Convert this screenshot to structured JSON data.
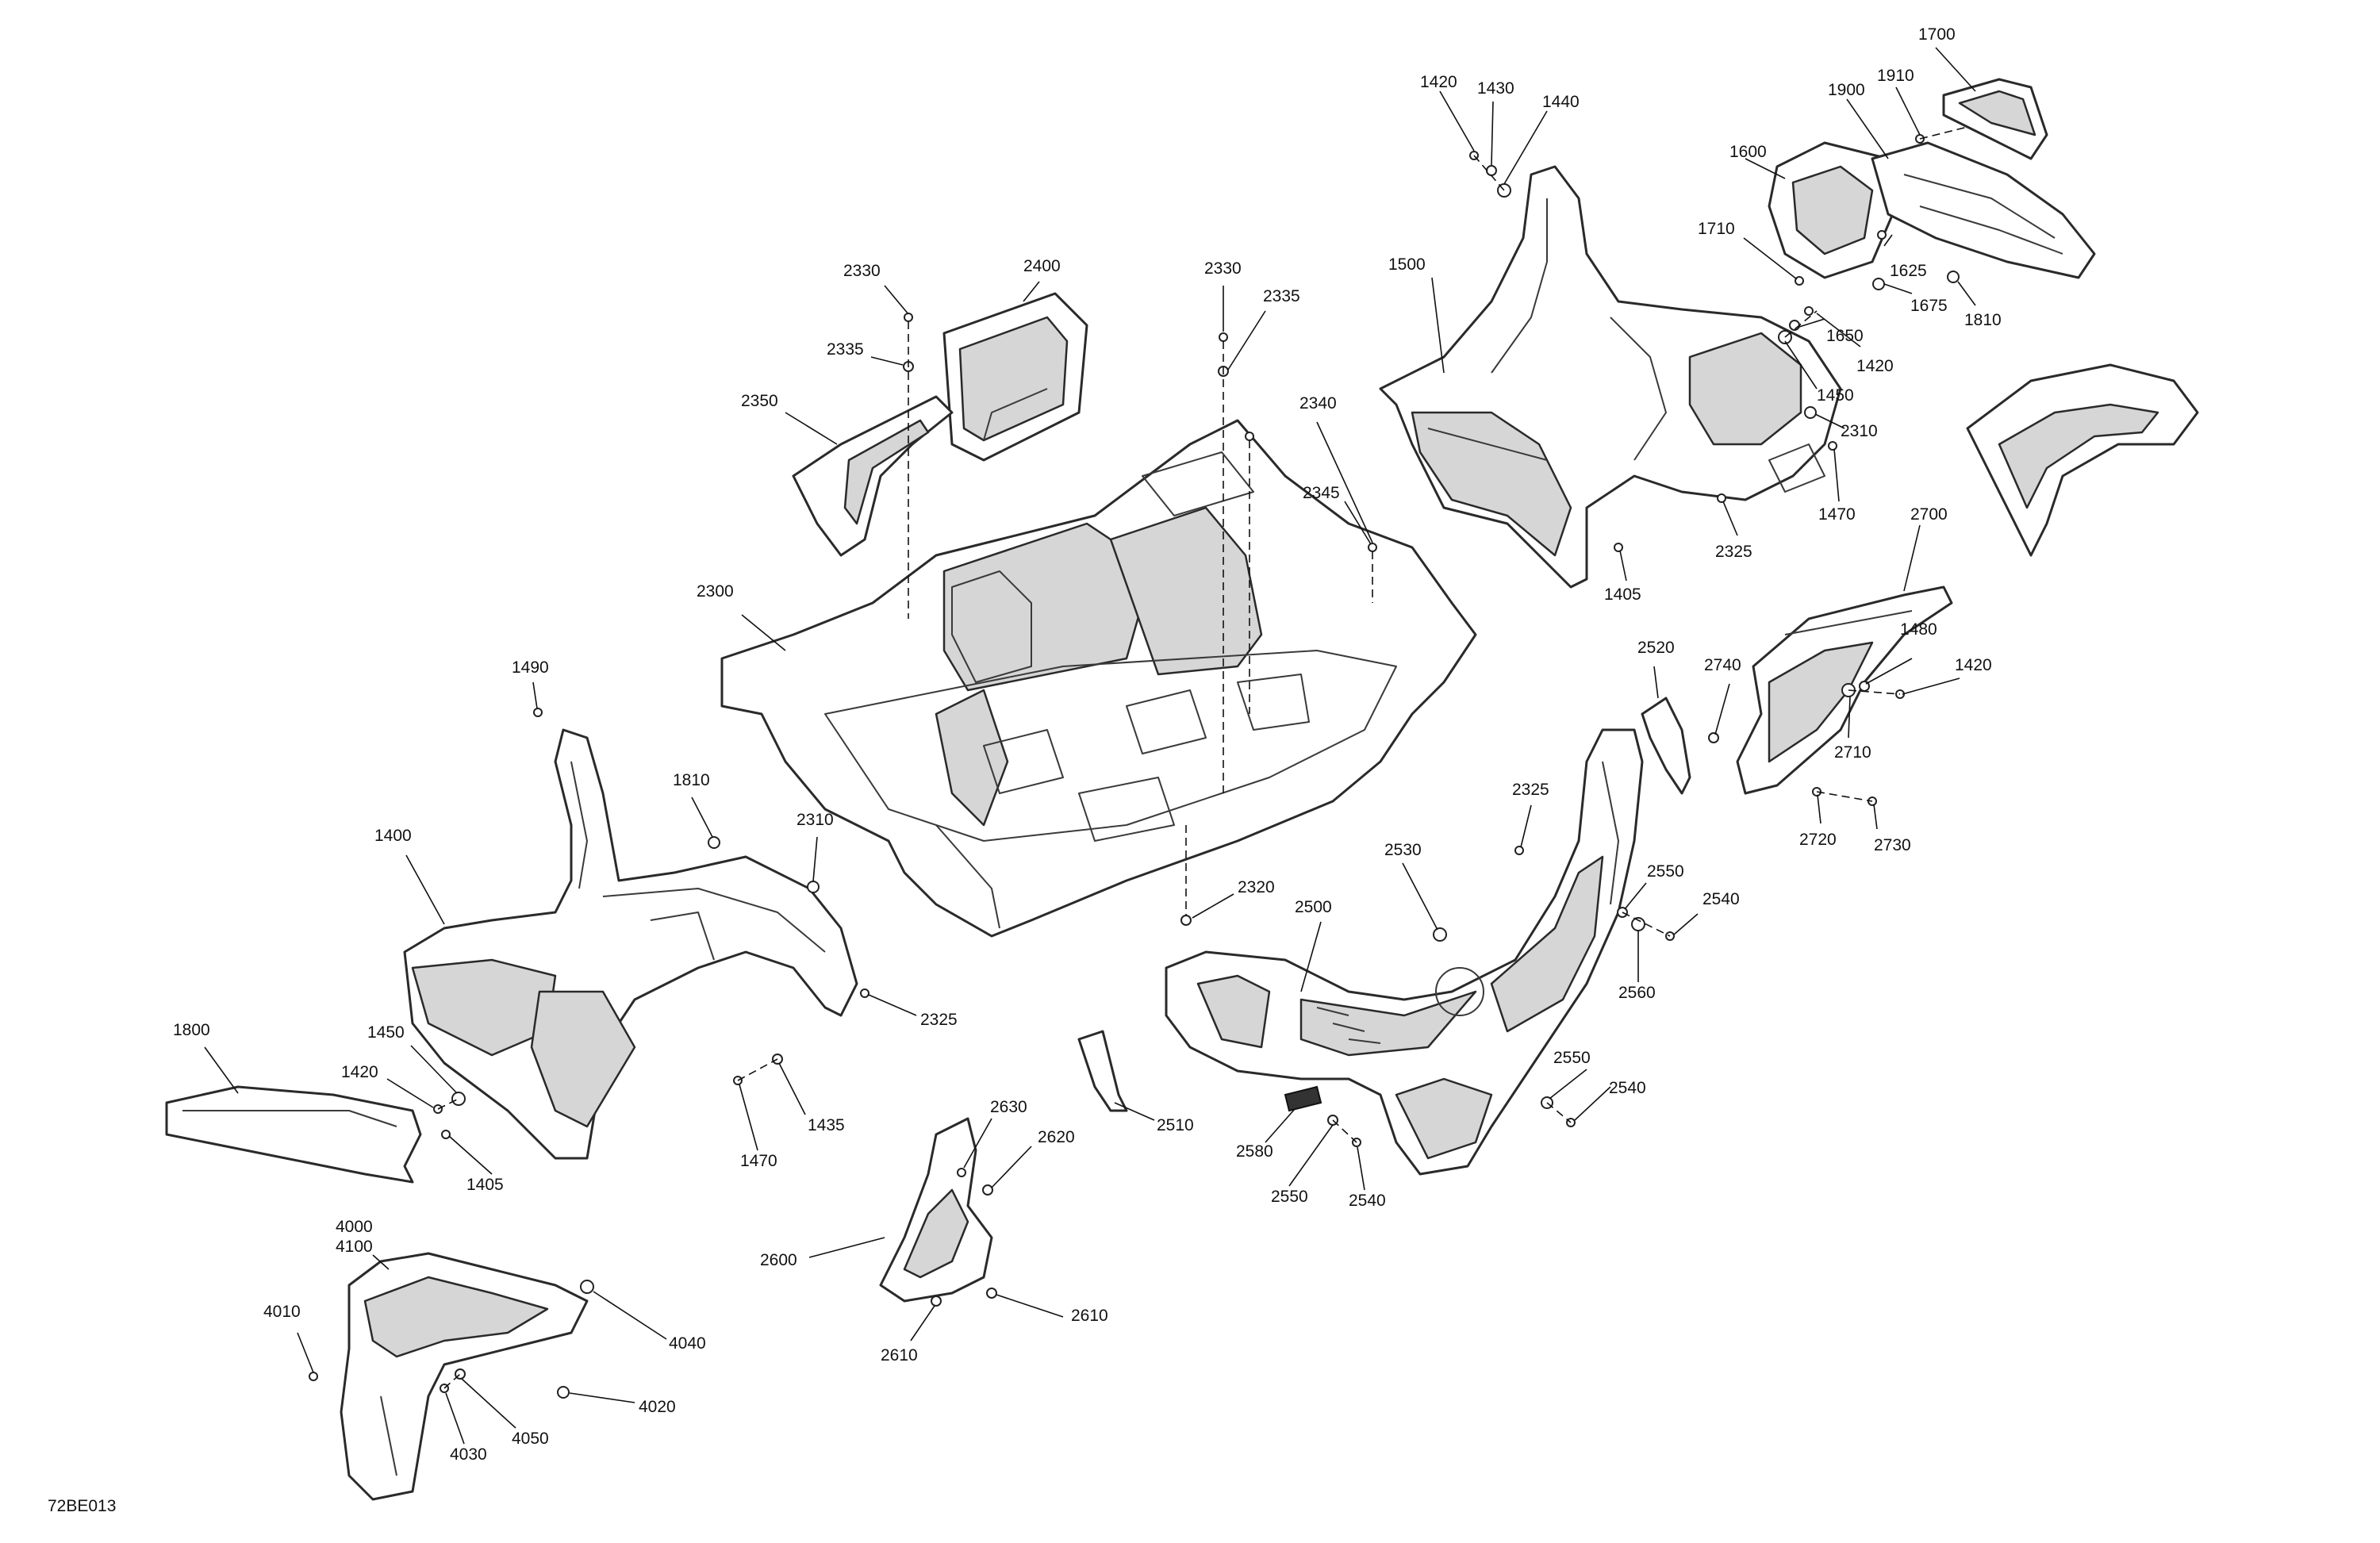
{
  "diagram_ref": "72BE013",
  "callouts": [
    {
      "id": "c1700",
      "label": "1700"
    },
    {
      "id": "c1420a",
      "label": "1420"
    },
    {
      "id": "c1430",
      "label": "1430"
    },
    {
      "id": "c1440",
      "label": "1440"
    },
    {
      "id": "c1910",
      "label": "1910"
    },
    {
      "id": "c1900",
      "label": "1900"
    },
    {
      "id": "c1600",
      "label": "1600"
    },
    {
      "id": "c1710",
      "label": "1710"
    },
    {
      "id": "c1625",
      "label": "1625"
    },
    {
      "id": "c1675",
      "label": "1675"
    },
    {
      "id": "c1810a",
      "label": "1810"
    },
    {
      "id": "c1650",
      "label": "1650"
    },
    {
      "id": "c1420b",
      "label": "1420"
    },
    {
      "id": "c1450a",
      "label": "1450"
    },
    {
      "id": "c2310a",
      "label": "2310"
    },
    {
      "id": "c1500",
      "label": "1500"
    },
    {
      "id": "c1470a",
      "label": "1470"
    },
    {
      "id": "c2325a",
      "label": "2325"
    },
    {
      "id": "c1405a",
      "label": "1405"
    },
    {
      "id": "c2700",
      "label": "2700"
    },
    {
      "id": "c1480",
      "label": "1480"
    },
    {
      "id": "c1420c",
      "label": "1420"
    },
    {
      "id": "c2740",
      "label": "2740"
    },
    {
      "id": "c2710",
      "label": "2710"
    },
    {
      "id": "c2720",
      "label": "2720"
    },
    {
      "id": "c2730",
      "label": "2730"
    },
    {
      "id": "c2520",
      "label": "2520"
    },
    {
      "id": "c2330a",
      "label": "2330"
    },
    {
      "id": "c2400",
      "label": "2400"
    },
    {
      "id": "c2335a",
      "label": "2335"
    },
    {
      "id": "c2350",
      "label": "2350"
    },
    {
      "id": "c2330b",
      "label": "2330"
    },
    {
      "id": "c2335b",
      "label": "2335"
    },
    {
      "id": "c2340",
      "label": "2340"
    },
    {
      "id": "c2345",
      "label": "2345"
    },
    {
      "id": "c2300",
      "label": "2300"
    },
    {
      "id": "c1490",
      "label": "1490"
    },
    {
      "id": "c1810b",
      "label": "1810"
    },
    {
      "id": "c2310b",
      "label": "2310"
    },
    {
      "id": "c1400",
      "label": "1400"
    },
    {
      "id": "c2320",
      "label": "2320"
    },
    {
      "id": "c2325b",
      "label": "2325"
    },
    {
      "id": "c2325c",
      "label": "2325"
    },
    {
      "id": "c2530",
      "label": "2530"
    },
    {
      "id": "c2550a",
      "label": "2550"
    },
    {
      "id": "c2540a",
      "label": "2540"
    },
    {
      "id": "c2500",
      "label": "2500"
    },
    {
      "id": "c2560",
      "label": "2560"
    },
    {
      "id": "c1800",
      "label": "1800"
    },
    {
      "id": "c1450b",
      "label": "1450"
    },
    {
      "id": "c1420d",
      "label": "1420"
    },
    {
      "id": "c1405b",
      "label": "1405"
    },
    {
      "id": "c1470b",
      "label": "1470"
    },
    {
      "id": "c1435",
      "label": "1435"
    },
    {
      "id": "c2510",
      "label": "2510"
    },
    {
      "id": "c2630",
      "label": "2630"
    },
    {
      "id": "c2620",
      "label": "2620"
    },
    {
      "id": "c2580",
      "label": "2580"
    },
    {
      "id": "c2550b",
      "label": "2550"
    },
    {
      "id": "c2540b",
      "label": "2540"
    },
    {
      "id": "c2550c",
      "label": "2550"
    },
    {
      "id": "c2540c",
      "label": "2540"
    },
    {
      "id": "c2600",
      "label": "2600"
    },
    {
      "id": "c2610a",
      "label": "2610"
    },
    {
      "id": "c2610b",
      "label": "2610"
    },
    {
      "id": "c4000",
      "label": "4000"
    },
    {
      "id": "c4100",
      "label": "4100"
    },
    {
      "id": "c4010",
      "label": "4010"
    },
    {
      "id": "c4040",
      "label": "4040"
    },
    {
      "id": "c4020",
      "label": "4020"
    },
    {
      "id": "c4050",
      "label": "4050"
    },
    {
      "id": "c4030",
      "label": "4030"
    }
  ]
}
